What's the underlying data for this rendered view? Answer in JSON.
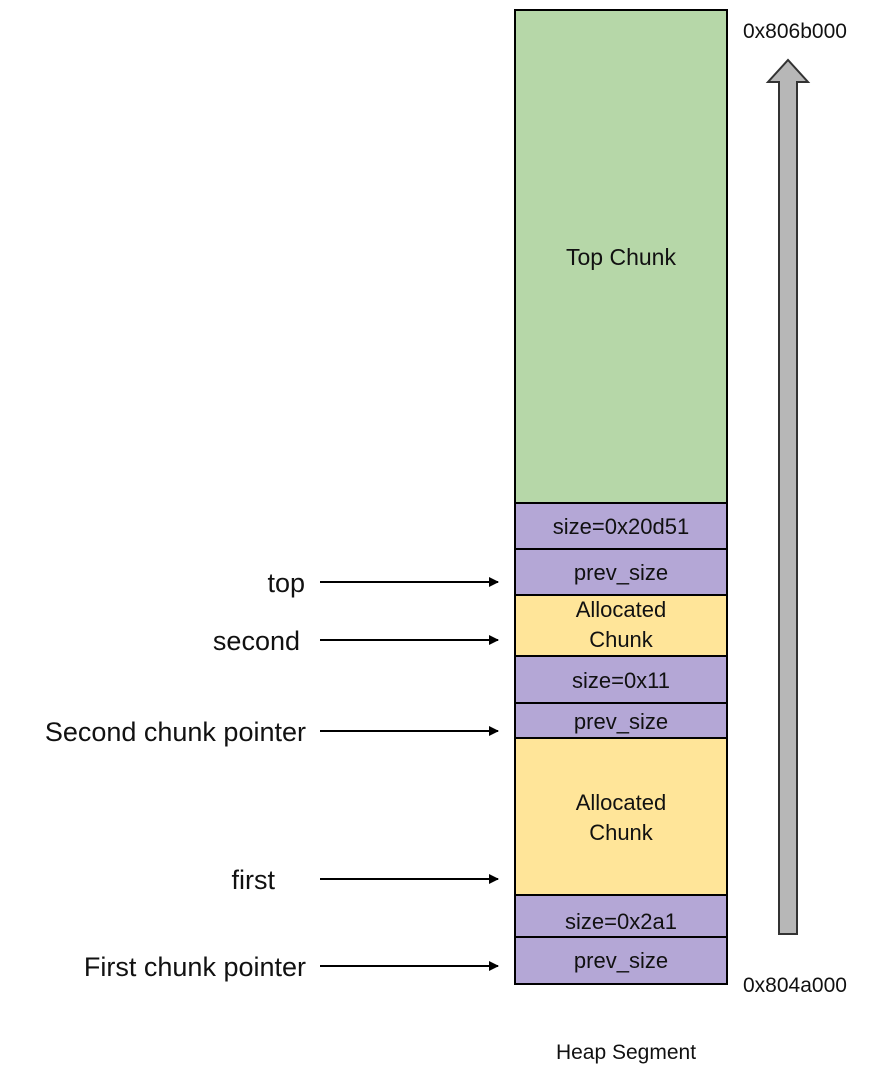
{
  "colors": {
    "top_chunk": "#b6d7a8",
    "header": "#b4a7d6",
    "allocated": "#ffe599",
    "stroke": "#000000",
    "growth_arrow": "#b7b7b7"
  },
  "blocks": {
    "top_chunk": "Top Chunk",
    "top_size": "size=0x20d51",
    "top_prev_size": "prev_size",
    "second_alloc_line1": "Allocated",
    "second_alloc_line2": "Chunk",
    "second_size": "size=0x11",
    "second_prev_size": "prev_size",
    "first_alloc_line1": "Allocated",
    "first_alloc_line2": "Chunk",
    "first_size": "size=0x2a1",
    "first_prev_size": "prev_size"
  },
  "pointers": {
    "top": "top",
    "second": "second",
    "second_chunk_pointer": "Second chunk pointer",
    "first": "first",
    "first_chunk_pointer": "First chunk pointer"
  },
  "addresses": {
    "high": "0x806b000",
    "low": "0x804a000"
  },
  "caption": "Heap Segment"
}
